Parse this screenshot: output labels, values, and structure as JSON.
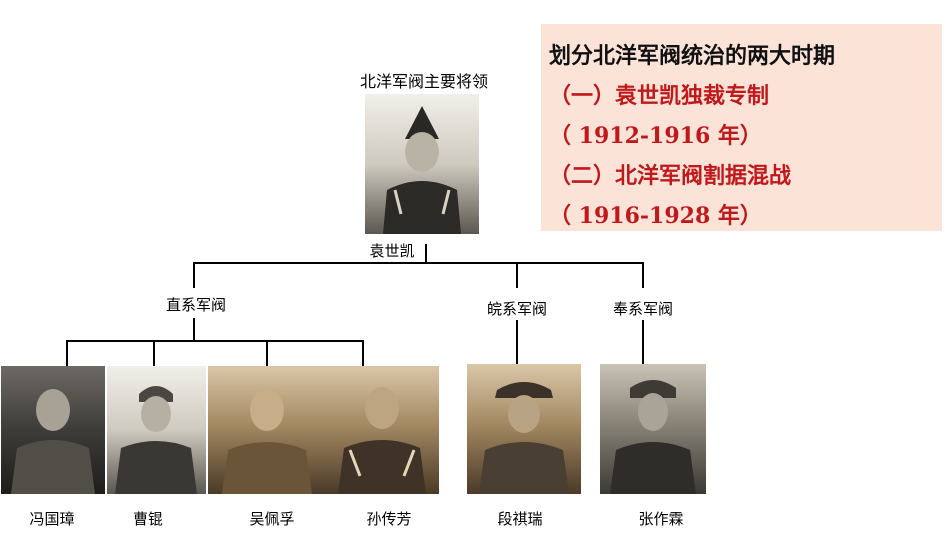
{
  "top_label": "北洋军阀主要将领",
  "root": {
    "name": "袁世凯"
  },
  "factions": [
    {
      "name": "直系军阀",
      "leaders": [
        "冯国璋",
        "曹锟",
        "吴佩孚",
        "孙传芳"
      ]
    },
    {
      "name": "皖系军阀",
      "leaders": [
        "段祺瑞"
      ]
    },
    {
      "name": "奉系军阀",
      "leaders": [
        "张作霖"
      ]
    }
  ],
  "info_box": {
    "title": "划分北洋军阀统治的两大时期",
    "period1_name": "（一）袁世凯独裁专制",
    "period1_years": "（ 1912-1916 年）",
    "period2_name": "（二）北洋军阀割据混战",
    "period2_years": "（ 1916-1928 年）",
    "colors": {
      "title": "#111111",
      "periods": "#c0191c",
      "background": "#fbe3d8"
    }
  }
}
